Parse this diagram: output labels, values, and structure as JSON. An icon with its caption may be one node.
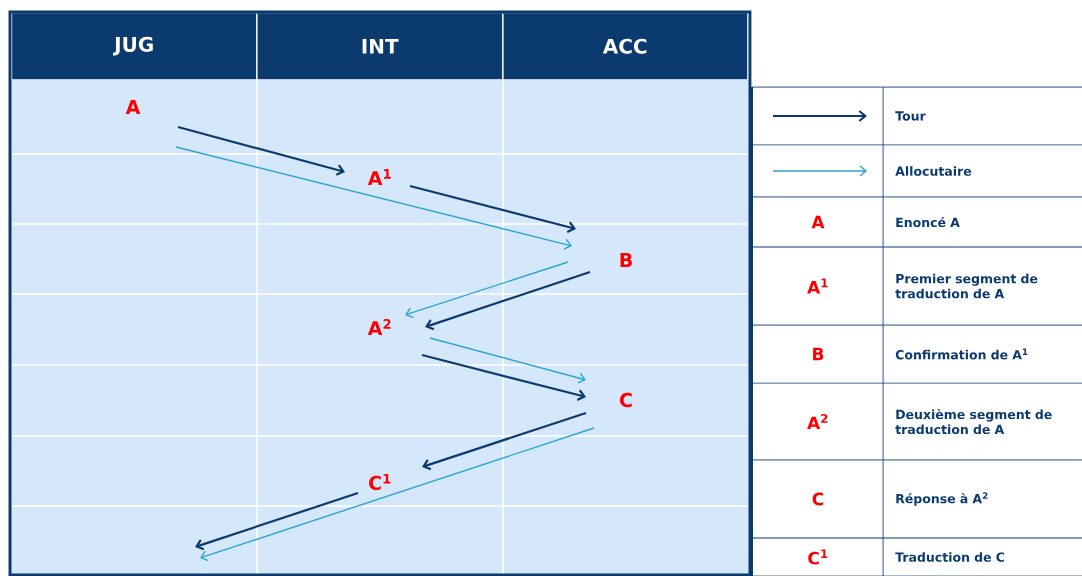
{
  "diagram": {
    "nodes": [
      {
        "text": [
          "A"
        ]
      },
      {
        "text": [
          "A$^{1}$"
        ]
      },
      {
        "text": [
          "B"
        ]
      },
      {
        "text": [
          "A$^{2}$"
        ]
      },
      {
        "text": [
          "C"
        ]
      },
      {
        "text": [
          "C$^{1}$"
        ]
      }
    ],
    "edges": [
      {
        "from": 0,
        "to": 1,
        "arrow": "to"
      },
      {
        "from": 0,
        "to": 2,
        "arrow": "to",
        "color": "#2ea3d4"
      },
      {
        "from": 1,
        "to": 2,
        "arrow": "to"
      },
      {
        "from": 2,
        "to": 3,
        "arrow": "to",
        "color": "#2ea3d4"
      },
      {
        "from": 2,
        "to": 3,
        "arrow": "to"
      },
      {
        "from": 3,
        "to": 4,
        "arrow": "to",
        "color": "#2ea3d4"
      },
      {
        "from": 3,
        "to": 4,
        "arrow": "to"
      },
      {
        "from": 4,
        "to": 5,
        "arrow": "to"
      },
      {
        "from": 5,
        "to": null,
        "arrow": "to"
      },
      {
        "from": 4,
        "to": null,
        "arrow": "to",
        "color": "#2ea3d4"
      }
    ],
    "labels": [
      "JUG",
      "INT",
      "ACC",
      "A",
      "Enoncé A",
      "A$^{1}$",
      "Premier segment de traduction de A",
      "B",
      "Confirmation de A$^{1}$",
      "A$^{2}$",
      "Deuxième segment de traduction de A",
      "C",
      "Réponse à A$^{2}$",
      "C$^{1}$",
      "Traduction de C"
    ],
    "legend": [
      {
        "text": "Tour"
      },
      {
        "text": "Allocutaire"
      }
    ]
  }
}
